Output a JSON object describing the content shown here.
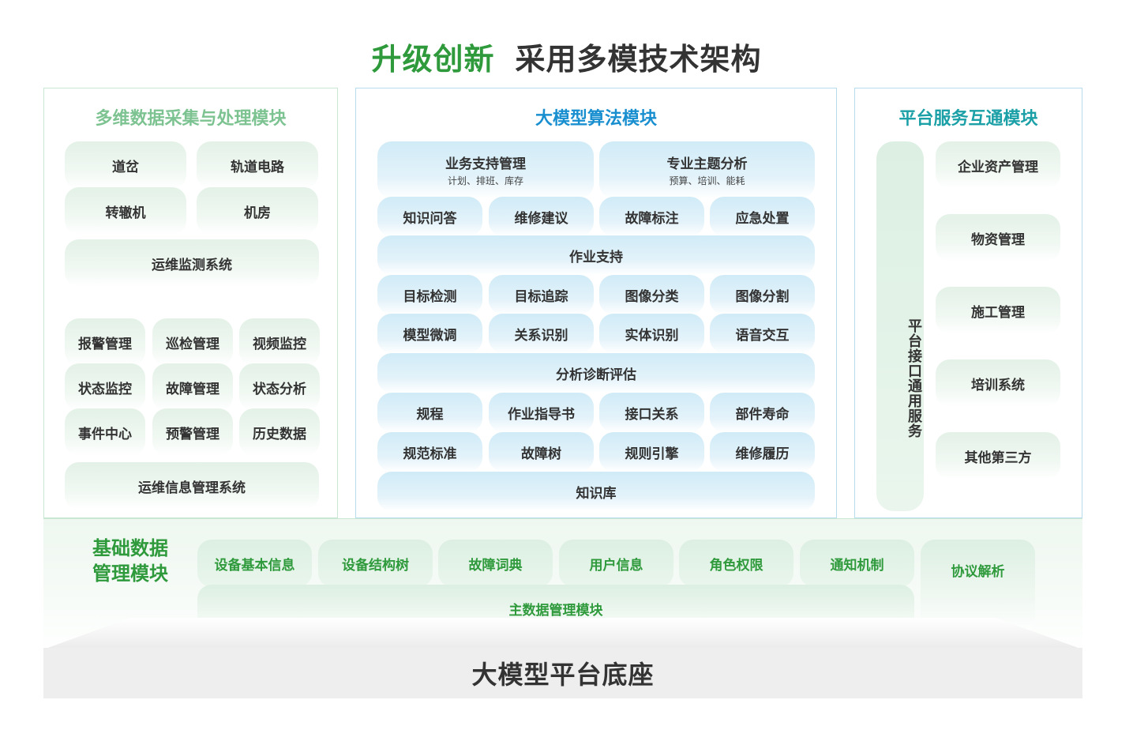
{
  "title": {
    "highlight": "升级创新",
    "rest": "采用多模技术架构"
  },
  "data_module": {
    "title": "多维数据采集与处理模块",
    "top_items": [
      "道岔",
      "轨道电路",
      "转辙机",
      "机房"
    ],
    "system1": "运维监测系统",
    "grid_items": [
      "报警管理",
      "巡检管理",
      "视频监控",
      "状态监控",
      "故障管理",
      "状态分析",
      "事件中心",
      "预警管理",
      "历史数据"
    ],
    "system2": "运维信息管理系统"
  },
  "algo_module": {
    "title": "大模型算法模块",
    "business": {
      "label": "业务支持管理",
      "sub": "计划、排班、库存"
    },
    "topic": {
      "label": "专业主题分析",
      "sub": "预算、培训、能耗"
    },
    "row1": [
      "知识问答",
      "维修建议",
      "故障标注",
      "应急处置"
    ],
    "operation": "作业支持",
    "row2": [
      "目标检测",
      "目标追踪",
      "图像分类",
      "图像分割"
    ],
    "row3": [
      "模型微调",
      "关系识别",
      "实体识别",
      "语音交互"
    ],
    "diagnosis": "分析诊断评估",
    "row4": [
      "规程",
      "作业指导书",
      "接口关系",
      "部件寿命"
    ],
    "row5": [
      "规范标准",
      "故障树",
      "规则引擎",
      "维修履历"
    ],
    "knowledge": "知识库"
  },
  "platform_module": {
    "title": "平台服务互通模块",
    "interface": "平台接口通用服务",
    "items": [
      "企业资产管理",
      "物资管理",
      "施工管理",
      "培训系统",
      "其他第三方"
    ]
  },
  "base_module": {
    "title_line1": "基础数据",
    "title_line2": "管理模块",
    "items": [
      "设备基本信息",
      "设备结构树",
      "故障词典",
      "用户信息",
      "角色权限",
      "通知机制"
    ],
    "protocol": "协议解析",
    "master": "主数据管理模块"
  },
  "platform_base": "大模型平台底座",
  "colors": {
    "green": "#2f9a3c",
    "blue": "#1a8fd0",
    "teal": "#1aa0a6"
  }
}
